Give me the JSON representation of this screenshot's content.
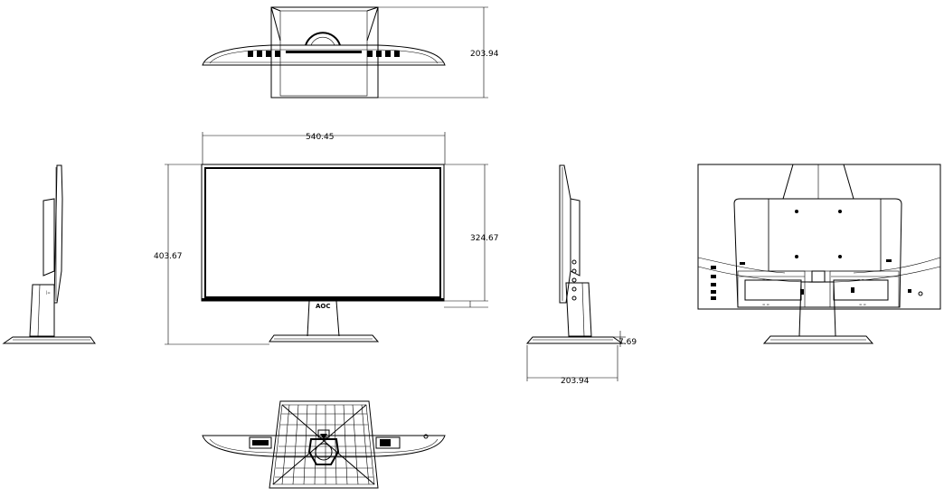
{
  "drawing": {
    "title": "",
    "brand_logo": "AOC",
    "dimensions": {
      "top_view_depth": "203.94",
      "front_panel_width": "540.45",
      "front_total_height": "403.67",
      "front_panel_height": "324.67",
      "side_stand_height": "7.69",
      "side_base_depth": "203.94"
    }
  }
}
